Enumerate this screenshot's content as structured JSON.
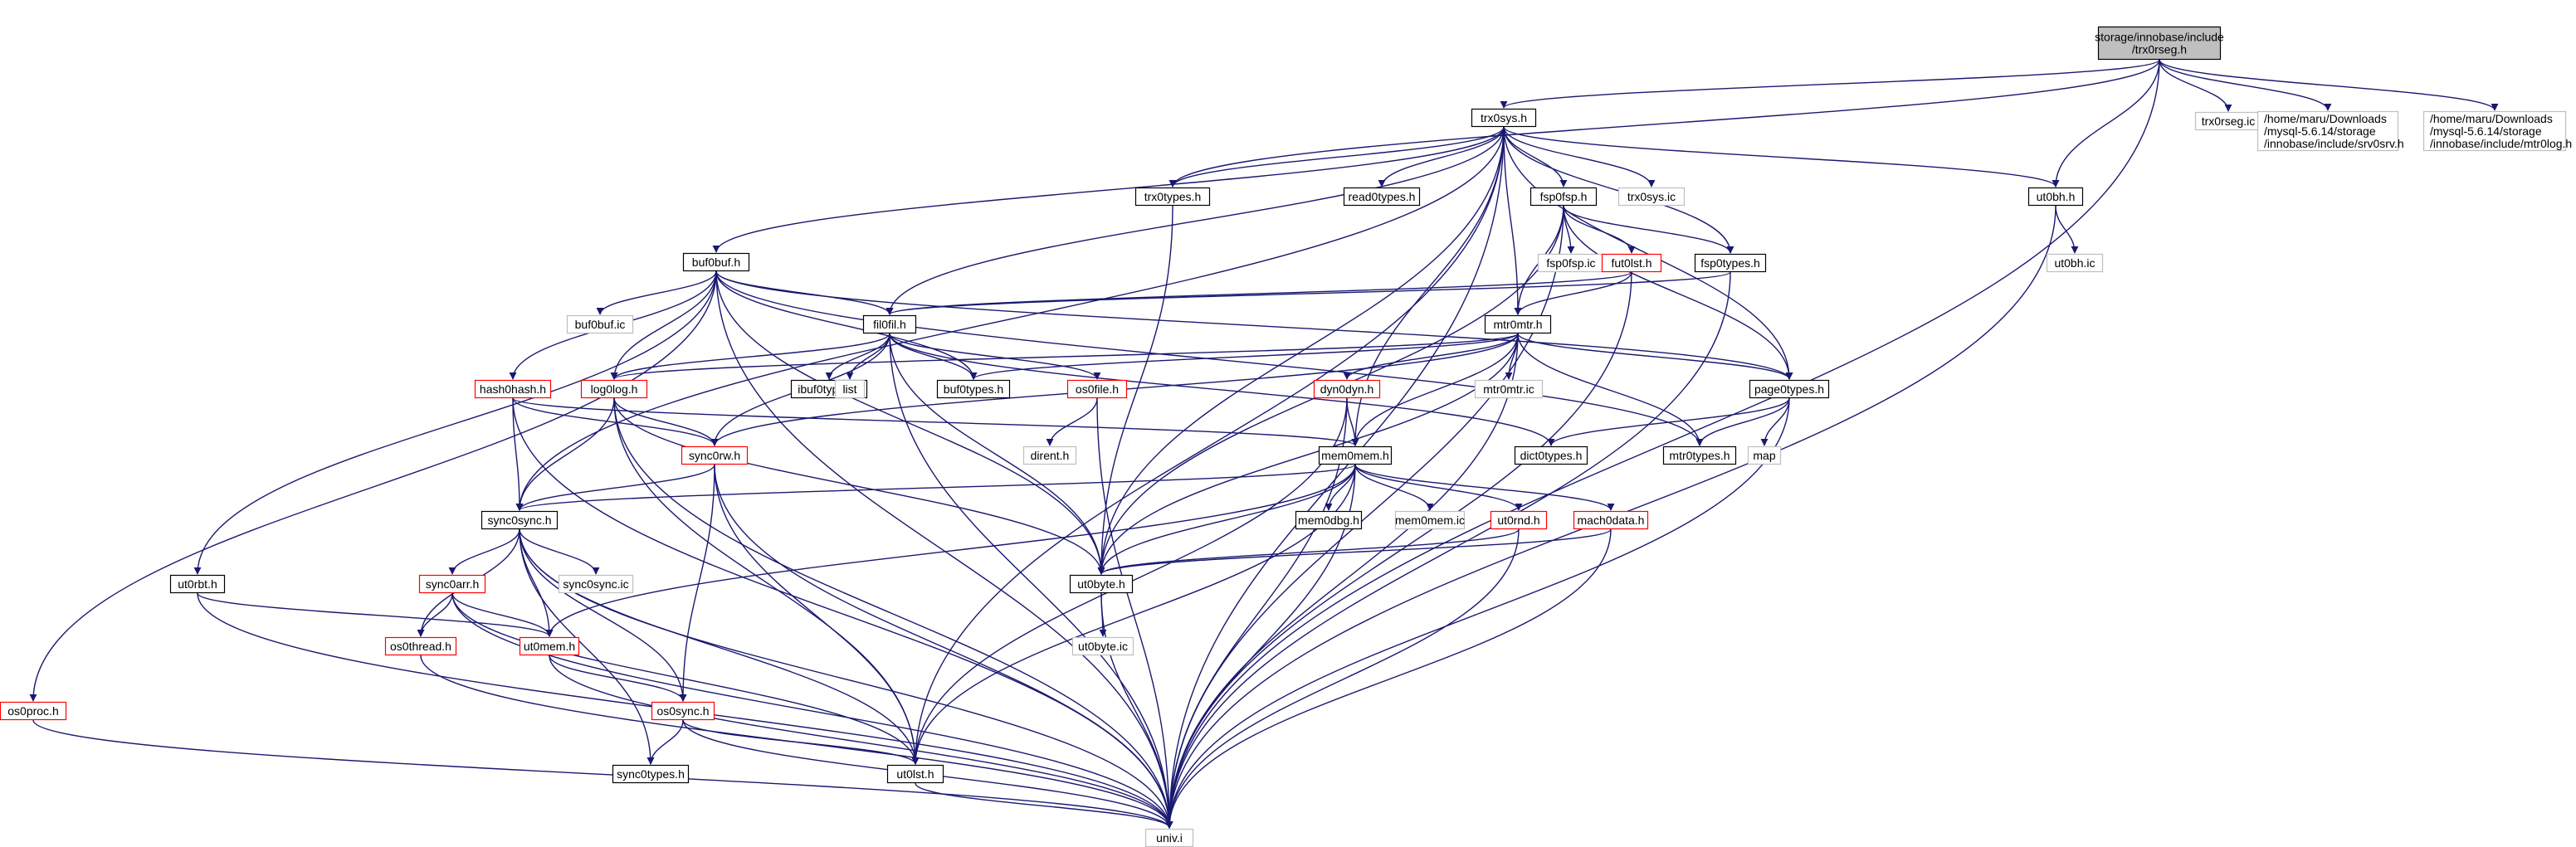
{
  "colors": {
    "edge": "#191970",
    "root_fill": "#bfbfbf",
    "root_border": "#000000",
    "documented_border": "#000000",
    "truncated_border": "#ff0000",
    "undocumented_border": "#bfbfbf",
    "undocumented_text": "#666666",
    "fill": "#ffffff"
  },
  "nodes": [
    {
      "id": "trx0rseg_h",
      "lines": [
        "storage/innobase/include",
        "/trx0rseg.h"
      ],
      "kind": "root"
    },
    {
      "id": "trx0sys_h",
      "lines": [
        "trx0sys.h"
      ],
      "kind": "documented"
    },
    {
      "id": "trx0rseg_ic",
      "lines": [
        "trx0rseg.ic"
      ],
      "kind": "undocumented"
    },
    {
      "id": "srv0srv_h",
      "lines": [
        "/home/maru/Downloads",
        "/mysql-5.6.14/storage",
        "/innobase/include/srv0srv.h"
      ],
      "kind": "undocumented"
    },
    {
      "id": "mtr0log_h",
      "lines": [
        "/home/maru/Downloads",
        "/mysql-5.6.14/storage",
        "/innobase/include/mtr0log.h"
      ],
      "kind": "undocumented"
    },
    {
      "id": "trx0types_h",
      "lines": [
        "trx0types.h"
      ],
      "kind": "documented"
    },
    {
      "id": "read0types_h",
      "lines": [
        "read0types.h"
      ],
      "kind": "documented"
    },
    {
      "id": "fsp0fsp_h",
      "lines": [
        "fsp0fsp.h"
      ],
      "kind": "documented"
    },
    {
      "id": "trx0sys_ic",
      "lines": [
        "trx0sys.ic"
      ],
      "kind": "undocumented"
    },
    {
      "id": "ut0bh_h",
      "lines": [
        "ut0bh.h"
      ],
      "kind": "documented"
    },
    {
      "id": "ut0bh_ic",
      "lines": [
        "ut0bh.ic"
      ],
      "kind": "undocumented"
    },
    {
      "id": "buf0buf_h",
      "lines": [
        "buf0buf.h"
      ],
      "kind": "documented"
    },
    {
      "id": "fsp0fsp_ic",
      "lines": [
        "fsp0fsp.ic"
      ],
      "kind": "undocumented"
    },
    {
      "id": "fut0lst_h",
      "lines": [
        "fut0lst.h"
      ],
      "kind": "truncated"
    },
    {
      "id": "fsp0types_h",
      "lines": [
        "fsp0types.h"
      ],
      "kind": "documented"
    },
    {
      "id": "buf0buf_ic",
      "lines": [
        "buf0buf.ic"
      ],
      "kind": "undocumented"
    },
    {
      "id": "fil0fil_h",
      "lines": [
        "fil0fil.h"
      ],
      "kind": "documented"
    },
    {
      "id": "mtr0mtr_h",
      "lines": [
        "mtr0mtr.h"
      ],
      "kind": "documented"
    },
    {
      "id": "hash0hash_h",
      "lines": [
        "hash0hash.h"
      ],
      "kind": "truncated"
    },
    {
      "id": "log0log_h",
      "lines": [
        "log0log.h"
      ],
      "kind": "truncated"
    },
    {
      "id": "ibuf0types_h",
      "lines": [
        "ibuf0types.h"
      ],
      "kind": "documented"
    },
    {
      "id": "list",
      "lines": [
        "list"
      ],
      "kind": "undocumented"
    },
    {
      "id": "buf0types_h",
      "lines": [
        "buf0types.h"
      ],
      "kind": "documented"
    },
    {
      "id": "os0file_h",
      "lines": [
        "os0file.h"
      ],
      "kind": "truncated"
    },
    {
      "id": "dyn0dyn_h",
      "lines": [
        "dyn0dyn.h"
      ],
      "kind": "truncated"
    },
    {
      "id": "mtr0mtr_ic",
      "lines": [
        "mtr0mtr.ic"
      ],
      "kind": "undocumented"
    },
    {
      "id": "page0types_h",
      "lines": [
        "page0types.h"
      ],
      "kind": "documented"
    },
    {
      "id": "sync0rw_h",
      "lines": [
        "sync0rw.h"
      ],
      "kind": "truncated"
    },
    {
      "id": "dirent_h",
      "lines": [
        "dirent.h"
      ],
      "kind": "undocumented"
    },
    {
      "id": "dict0types_h",
      "lines": [
        "dict0types.h"
      ],
      "kind": "documented"
    },
    {
      "id": "mtr0types_h",
      "lines": [
        "mtr0types.h"
      ],
      "kind": "documented"
    },
    {
      "id": "map",
      "lines": [
        "map"
      ],
      "kind": "undocumented"
    },
    {
      "id": "mem0mem_h",
      "lines": [
        "mem0mem.h"
      ],
      "kind": "documented"
    },
    {
      "id": "sync0sync_h",
      "lines": [
        "sync0sync.h"
      ],
      "kind": "documented"
    },
    {
      "id": "mem0dbg_h",
      "lines": [
        "mem0dbg.h"
      ],
      "kind": "documented"
    },
    {
      "id": "mem0mem_ic",
      "lines": [
        "mem0mem.ic"
      ],
      "kind": "undocumented"
    },
    {
      "id": "ut0rnd_h",
      "lines": [
        "ut0rnd.h"
      ],
      "kind": "truncated"
    },
    {
      "id": "mach0data_h",
      "lines": [
        "mach0data.h"
      ],
      "kind": "truncated"
    },
    {
      "id": "sync0sync_ic",
      "lines": [
        "sync0sync.ic"
      ],
      "kind": "undocumented"
    },
    {
      "id": "ut0byte_h",
      "lines": [
        "ut0byte.h"
      ],
      "kind": "documented"
    },
    {
      "id": "ut0rbt_h",
      "lines": [
        "ut0rbt.h"
      ],
      "kind": "documented"
    },
    {
      "id": "sync0arr_h",
      "lines": [
        "sync0arr.h"
      ],
      "kind": "truncated"
    },
    {
      "id": "ut0mem_h",
      "lines": [
        "ut0mem.h"
      ],
      "kind": "truncated"
    },
    {
      "id": "os0thread_h",
      "lines": [
        "os0thread.h"
      ],
      "kind": "truncated"
    },
    {
      "id": "ut0byte_ic",
      "lines": [
        "ut0byte.ic"
      ],
      "kind": "undocumented"
    },
    {
      "id": "os0proc_h",
      "lines": [
        "os0proc.h"
      ],
      "kind": "truncated"
    },
    {
      "id": "os0sync_h",
      "lines": [
        "os0sync.h"
      ],
      "kind": "truncated"
    },
    {
      "id": "sync0types_h",
      "lines": [
        "sync0types.h"
      ],
      "kind": "documented"
    },
    {
      "id": "ut0lst_h",
      "lines": [
        "ut0lst.h"
      ],
      "kind": "documented"
    },
    {
      "id": "univ_i",
      "lines": [
        "univ.i"
      ],
      "kind": "undocumented"
    }
  ],
  "edges": [
    [
      "trx0rseg_h",
      "trx0sys_h"
    ],
    [
      "trx0rseg_h",
      "trx0rseg_ic"
    ],
    [
      "trx0rseg_h",
      "srv0srv_h"
    ],
    [
      "trx0rseg_h",
      "mtr0log_h"
    ],
    [
      "trx0rseg_h",
      "trx0types_h"
    ],
    [
      "trx0rseg_h",
      "ut0bh_h"
    ],
    [
      "trx0rseg_h",
      "univ_i"
    ],
    [
      "trx0sys_h",
      "trx0types_h"
    ],
    [
      "trx0sys_h",
      "read0types_h"
    ],
    [
      "trx0sys_h",
      "fsp0fsp_h"
    ],
    [
      "trx0sys_h",
      "trx0sys_ic"
    ],
    [
      "trx0sys_h",
      "ut0bh_h"
    ],
    [
      "trx0sys_h",
      "buf0buf_h"
    ],
    [
      "trx0sys_h",
      "fil0fil_h"
    ],
    [
      "trx0sys_h",
      "mtr0mtr_h"
    ],
    [
      "trx0sys_h",
      "fsp0types_h"
    ],
    [
      "trx0sys_h",
      "page0types_h"
    ],
    [
      "trx0sys_h",
      "mem0mem_h"
    ],
    [
      "trx0sys_h",
      "sync0sync_h"
    ],
    [
      "trx0sys_h",
      "ut0byte_h"
    ],
    [
      "trx0sys_h",
      "ut0lst_h"
    ],
    [
      "trx0sys_h",
      "univ_i"
    ],
    [
      "trx0types_h",
      "ut0byte_h"
    ],
    [
      "ut0bh_h",
      "ut0bh_ic"
    ],
    [
      "ut0bh_h",
      "univ_i"
    ],
    [
      "fsp0fsp_h",
      "fsp0fsp_ic"
    ],
    [
      "fsp0fsp_h",
      "fut0lst_h"
    ],
    [
      "fsp0fsp_h",
      "fsp0types_h"
    ],
    [
      "fsp0fsp_h",
      "mtr0mtr_h"
    ],
    [
      "fsp0fsp_h",
      "page0types_h"
    ],
    [
      "fsp0fsp_h",
      "ut0byte_h"
    ],
    [
      "fsp0fsp_h",
      "univ_i"
    ],
    [
      "fut0lst_h",
      "fil0fil_h"
    ],
    [
      "fut0lst_h",
      "mtr0mtr_h"
    ],
    [
      "fut0lst_h",
      "univ_i"
    ],
    [
      "fsp0types_h",
      "fil0fil_h"
    ],
    [
      "fsp0types_h",
      "univ_i"
    ],
    [
      "buf0buf_h",
      "buf0buf_ic"
    ],
    [
      "buf0buf_h",
      "fil0fil_h"
    ],
    [
      "buf0buf_h",
      "hash0hash_h"
    ],
    [
      "buf0buf_h",
      "log0log_h"
    ],
    [
      "buf0buf_h",
      "buf0types_h"
    ],
    [
      "buf0buf_h",
      "page0types_h"
    ],
    [
      "buf0buf_h",
      "mtr0types_h"
    ],
    [
      "buf0buf_h",
      "ut0byte_h"
    ],
    [
      "buf0buf_h",
      "ut0rbt_h"
    ],
    [
      "buf0buf_h",
      "os0proc_h"
    ],
    [
      "buf0buf_h",
      "univ_i"
    ],
    [
      "fil0fil_h",
      "ibuf0types_h"
    ],
    [
      "fil0fil_h",
      "list"
    ],
    [
      "fil0fil_h",
      "buf0types_h"
    ],
    [
      "fil0fil_h",
      "os0file_h"
    ],
    [
      "fil0fil_h",
      "log0log_h"
    ],
    [
      "fil0fil_h",
      "sync0rw_h"
    ],
    [
      "fil0fil_h",
      "dict0types_h"
    ],
    [
      "fil0fil_h",
      "ut0byte_h"
    ],
    [
      "fil0fil_h",
      "univ_i"
    ],
    [
      "mtr0mtr_h",
      "dyn0dyn_h"
    ],
    [
      "mtr0mtr_h",
      "mtr0mtr_ic"
    ],
    [
      "mtr0mtr_h",
      "page0types_h"
    ],
    [
      "mtr0mtr_h",
      "mtr0types_h"
    ],
    [
      "mtr0mtr_h",
      "mem0mem_h"
    ],
    [
      "mtr0mtr_h",
      "buf0types_h"
    ],
    [
      "mtr0mtr_h",
      "log0log_h"
    ],
    [
      "mtr0mtr_h",
      "sync0rw_h"
    ],
    [
      "mtr0mtr_h",
      "ut0byte_h"
    ],
    [
      "mtr0mtr_h",
      "univ_i"
    ],
    [
      "hash0hash_h",
      "mem0mem_h"
    ],
    [
      "hash0hash_h",
      "sync0rw_h"
    ],
    [
      "hash0hash_h",
      "sync0sync_h"
    ],
    [
      "hash0hash_h",
      "univ_i"
    ],
    [
      "log0log_h",
      "sync0rw_h"
    ],
    [
      "log0log_h",
      "sync0sync_h"
    ],
    [
      "log0log_h",
      "ut0byte_h"
    ],
    [
      "log0log_h",
      "ut0lst_h"
    ],
    [
      "log0log_h",
      "univ_i"
    ],
    [
      "os0file_h",
      "dirent_h"
    ],
    [
      "os0file_h",
      "univ_i"
    ],
    [
      "dyn0dyn_h",
      "mem0mem_h"
    ],
    [
      "dyn0dyn_h",
      "ut0lst_h"
    ],
    [
      "dyn0dyn_h",
      "univ_i"
    ],
    [
      "page0types_h",
      "dict0types_h"
    ],
    [
      "page0types_h",
      "mtr0types_h"
    ],
    [
      "page0types_h",
      "map"
    ],
    [
      "page0types_h",
      "univ_i"
    ],
    [
      "sync0rw_h",
      "sync0sync_h"
    ],
    [
      "sync0rw_h",
      "os0sync_h"
    ],
    [
      "sync0rw_h",
      "ut0lst_h"
    ],
    [
      "sync0rw_h",
      "univ_i"
    ],
    [
      "mem0mem_h",
      "mem0dbg_h"
    ],
    [
      "mem0mem_h",
      "mem0mem_ic"
    ],
    [
      "mem0mem_h",
      "ut0rnd_h"
    ],
    [
      "mem0mem_h",
      "mach0data_h"
    ],
    [
      "mem0mem_h",
      "ut0byte_h"
    ],
    [
      "mem0mem_h",
      "ut0mem_h"
    ],
    [
      "mem0mem_h",
      "ut0lst_h"
    ],
    [
      "mem0mem_h",
      "sync0sync_h"
    ],
    [
      "mem0mem_h",
      "univ_i"
    ],
    [
      "sync0sync_h",
      "sync0sync_ic"
    ],
    [
      "sync0sync_h",
      "sync0arr_h"
    ],
    [
      "sync0sync_h",
      "ut0mem_h"
    ],
    [
      "sync0sync_h",
      "os0thread_h"
    ],
    [
      "sync0sync_h",
      "os0sync_h"
    ],
    [
      "sync0sync_h",
      "sync0types_h"
    ],
    [
      "sync0sync_h",
      "ut0lst_h"
    ],
    [
      "sync0sync_h",
      "univ_i"
    ],
    [
      "ut0rnd_h",
      "ut0byte_h"
    ],
    [
      "ut0rnd_h",
      "univ_i"
    ],
    [
      "mach0data_h",
      "ut0byte_h"
    ],
    [
      "mach0data_h",
      "univ_i"
    ],
    [
      "ut0byte_h",
      "ut0byte_ic"
    ],
    [
      "ut0byte_h",
      "univ_i"
    ],
    [
      "ut0rbt_h",
      "ut0mem_h"
    ],
    [
      "ut0rbt_h",
      "univ_i"
    ],
    [
      "sync0arr_h",
      "os0thread_h"
    ],
    [
      "sync0arr_h",
      "ut0mem_h"
    ],
    [
      "sync0arr_h",
      "ut0lst_h"
    ],
    [
      "sync0arr_h",
      "univ_i"
    ],
    [
      "ut0mem_h",
      "os0sync_h"
    ],
    [
      "ut0mem_h",
      "univ_i"
    ],
    [
      "os0thread_h",
      "univ_i"
    ],
    [
      "os0proc_h",
      "univ_i"
    ],
    [
      "os0sync_h",
      "sync0types_h"
    ],
    [
      "os0sync_h",
      "ut0lst_h"
    ],
    [
      "os0sync_h",
      "univ_i"
    ],
    [
      "ut0lst_h",
      "univ_i"
    ]
  ]
}
